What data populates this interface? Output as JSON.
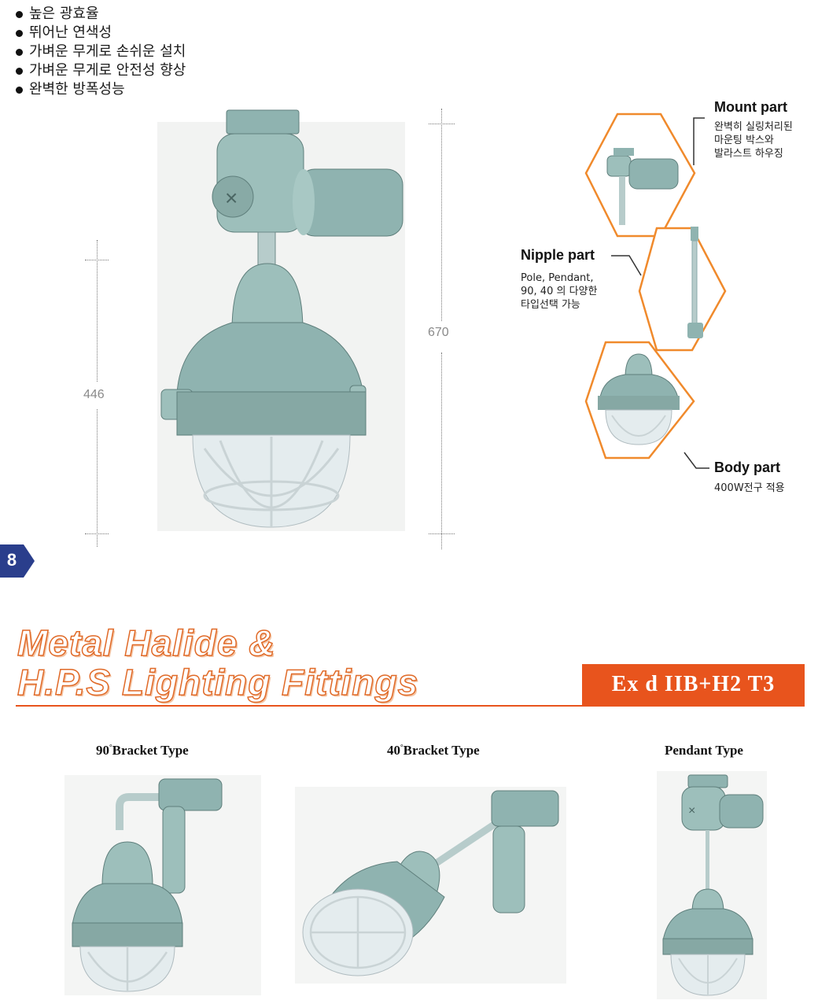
{
  "features": [
    "높은 광효율",
    "뛰어난 연색성",
    "가벼운 무게로 손쉬운 설치",
    "가벼운 무게로 안전성 향상",
    "완벽한 방폭성능"
  ],
  "dimensions": {
    "height_small": "446",
    "height_total": "670"
  },
  "parts": {
    "mount": {
      "title": "Mount part",
      "desc": [
        "완벽히 실링처리된",
        "마운팅 박스와",
        "발라스트 하우징"
      ]
    },
    "nipple": {
      "title": "Nipple part",
      "desc": [
        "Pole, Pendant,",
        "90, 40 의 다양한",
        "타입선택 가능"
      ]
    },
    "body": {
      "title": "Body part",
      "desc": [
        "400W전구 적용"
      ]
    }
  },
  "page_number": "8",
  "heading": {
    "line1": "Metal Halide &",
    "line2": "H.P.S Lighting Fittings"
  },
  "ex_rating": "Ex d IIB+H2 T3",
  "types": [
    {
      "angle": "90",
      "degree": "°",
      "label": "Bracket Type"
    },
    {
      "angle": "40",
      "degree": "°",
      "label": "Bracket Type"
    },
    {
      "label": "Pendant Type"
    }
  ],
  "colors": {
    "accent": "#e8541d",
    "fixture": "#8fb3b0",
    "hex_border": "#f08a2c",
    "tab": "#2a3e8c"
  }
}
